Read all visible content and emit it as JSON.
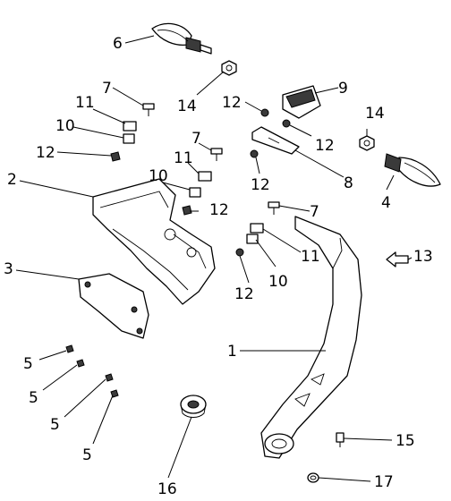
{
  "diagram": {
    "callouts": [
      {
        "id": "n6",
        "label": "6"
      },
      {
        "id": "n7a",
        "label": "7"
      },
      {
        "id": "n14a",
        "label": "14"
      },
      {
        "id": "n12a",
        "label": "12"
      },
      {
        "id": "n9",
        "label": "9"
      },
      {
        "id": "n11a",
        "label": "11"
      },
      {
        "id": "n10a",
        "label": "10"
      },
      {
        "id": "n12b",
        "label": "12"
      },
      {
        "id": "n12c",
        "label": "12"
      },
      {
        "id": "n14b",
        "label": "14"
      },
      {
        "id": "n2",
        "label": "2"
      },
      {
        "id": "n7b",
        "label": "7"
      },
      {
        "id": "n11b",
        "label": "11"
      },
      {
        "id": "n12d",
        "label": "12"
      },
      {
        "id": "n8",
        "label": "8"
      },
      {
        "id": "n4",
        "label": "4"
      },
      {
        "id": "n10b",
        "label": "10"
      },
      {
        "id": "n12e",
        "label": "12"
      },
      {
        "id": "n7c",
        "label": "7"
      },
      {
        "id": "n13",
        "label": "13"
      },
      {
        "id": "n3",
        "label": "3"
      },
      {
        "id": "n11c",
        "label": "11"
      },
      {
        "id": "n10c",
        "label": "10"
      },
      {
        "id": "n12f",
        "label": "12"
      },
      {
        "id": "n1",
        "label": "1"
      },
      {
        "id": "n5a",
        "label": "5"
      },
      {
        "id": "n5b",
        "label": "5"
      },
      {
        "id": "n5c",
        "label": "5"
      },
      {
        "id": "n5d",
        "label": "5"
      },
      {
        "id": "n15",
        "label": "15"
      },
      {
        "id": "n16",
        "label": "16"
      },
      {
        "id": "n17",
        "label": "17"
      }
    ]
  }
}
